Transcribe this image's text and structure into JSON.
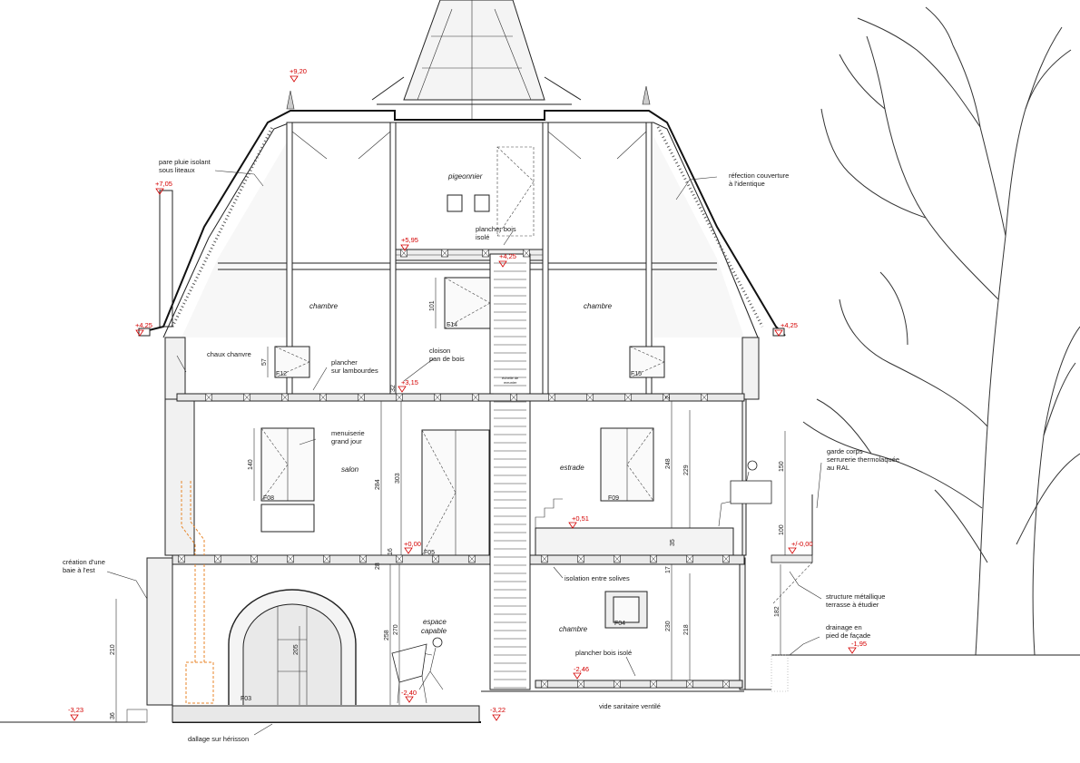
{
  "levels": {
    "l920": "+9,20",
    "l705": "+7,05",
    "l595": "+5,95",
    "l425c": "+4,25",
    "l425l": "+4,25",
    "l425r": "+4,25",
    "l315": "+3,15",
    "l000": "+0,00",
    "l051": "+0,51",
    "l000ext": "+/-0,00",
    "l195": "-1,95",
    "l246": "-2,46",
    "l240": "-2,40",
    "l322": "-3,22",
    "l323": "-3,23"
  },
  "rooms": {
    "pigeonnier": "pigeonnier",
    "chambre_left": "chambre",
    "chambre_right": "chambre",
    "salon": "salon",
    "estrade": "estrade",
    "espace_1": "espace",
    "espace_2": "capable",
    "chambre_bottom": "chambre"
  },
  "notes": {
    "pare_pluie_1": "pare pluie isolant",
    "pare_pluie_2": "sous liteaux",
    "refection_1": "réfection couverture",
    "refection_2": "à l'identique",
    "plancher_bois_1": "plancher bois",
    "plancher_bois_2": "isolé",
    "chaux": "chaux chanvre",
    "plancher_lamb_1": "plancher",
    "plancher_lamb_2": "sur lambourdes",
    "cloison_1": "cloison",
    "cloison_2": "pan de bois",
    "echelle_1": "échelle de",
    "echelle_2": "meunier",
    "menuiserie_1": "menuiserie",
    "menuiserie_2": "grand jour",
    "garde_1": "garde corps",
    "garde_2": "serrurerie thermolaquée",
    "garde_3": "au RAL",
    "creation_1": "création d'une",
    "creation_2": "baie à l'est",
    "isolation": "isolation entre solives",
    "structure_1": "structure métallique",
    "structure_2": "terrasse à étudier",
    "drainage_1": "drainage en",
    "drainage_2": "pied de façade",
    "plancher_iso": "plancher bois isolé",
    "vide": "vide sanitaire ventilé",
    "dallage": "dallage sur hérisson"
  },
  "windows": {
    "f14": "F14",
    "f12": "F12",
    "f15": "F15",
    "f08": "F08",
    "f05": "F05",
    "f09": "F09",
    "f04": "F04",
    "f03": "F03"
  },
  "dims": {
    "d101": "101",
    "d57": "57",
    "d140": "140",
    "d284": "284",
    "d303": "303",
    "d16": "16",
    "d28": "28",
    "d258": "258",
    "d270": "270",
    "d248": "248",
    "d229": "229",
    "d35": "35",
    "d17": "17",
    "d230": "230",
    "d218": "218",
    "d150": "150",
    "d100": "100",
    "d182": "182",
    "d210": "210",
    "d36": "36",
    "d205": "205",
    "d32": "32",
    "d2": "2"
  }
}
